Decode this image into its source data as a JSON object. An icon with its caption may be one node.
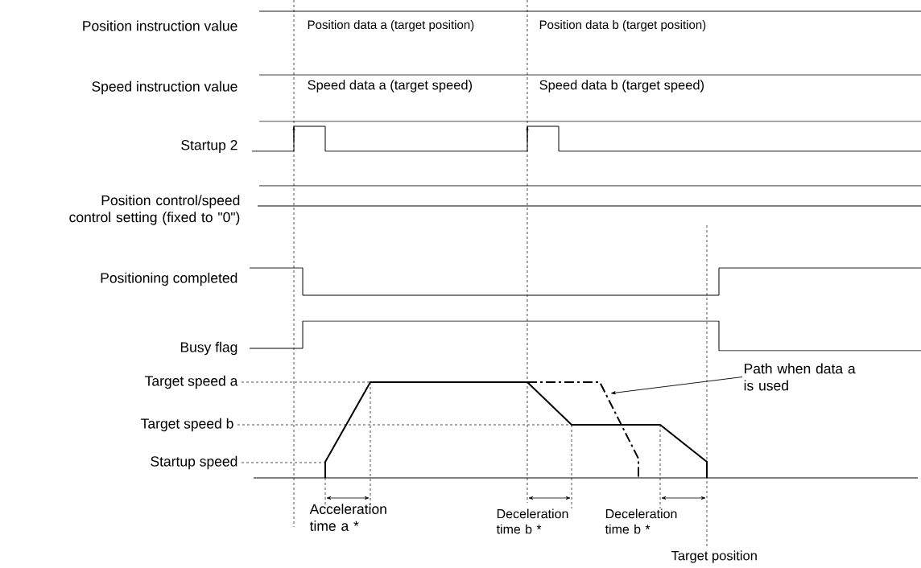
{
  "diagram": {
    "nodes": [
      {
        "text": [
          "Path when data a is used"
        ]
      },
      {
        "text": [],
        "shape": "line"
      }
    ],
    "edges": [
      {
        "from": 0,
        "to": 1,
        "arrow": "to"
      }
    ],
    "labels": [
      "Position instruction value",
      "Position data a (target position)",
      "Position data b (target position)",
      "Speed instruction value",
      "Speed data a (target speed)",
      "Speed data b (target speed)",
      "Startup 2",
      "Position control/speed control setting (fixed to \"0\")",
      "Positioning completed",
      "Busy flag",
      "Target speed a",
      "Target speed b",
      "Startup speed",
      "Acceleration time a *",
      "Deceleration time b *",
      "Deceleration time b *",
      "Target position"
    ]
  }
}
